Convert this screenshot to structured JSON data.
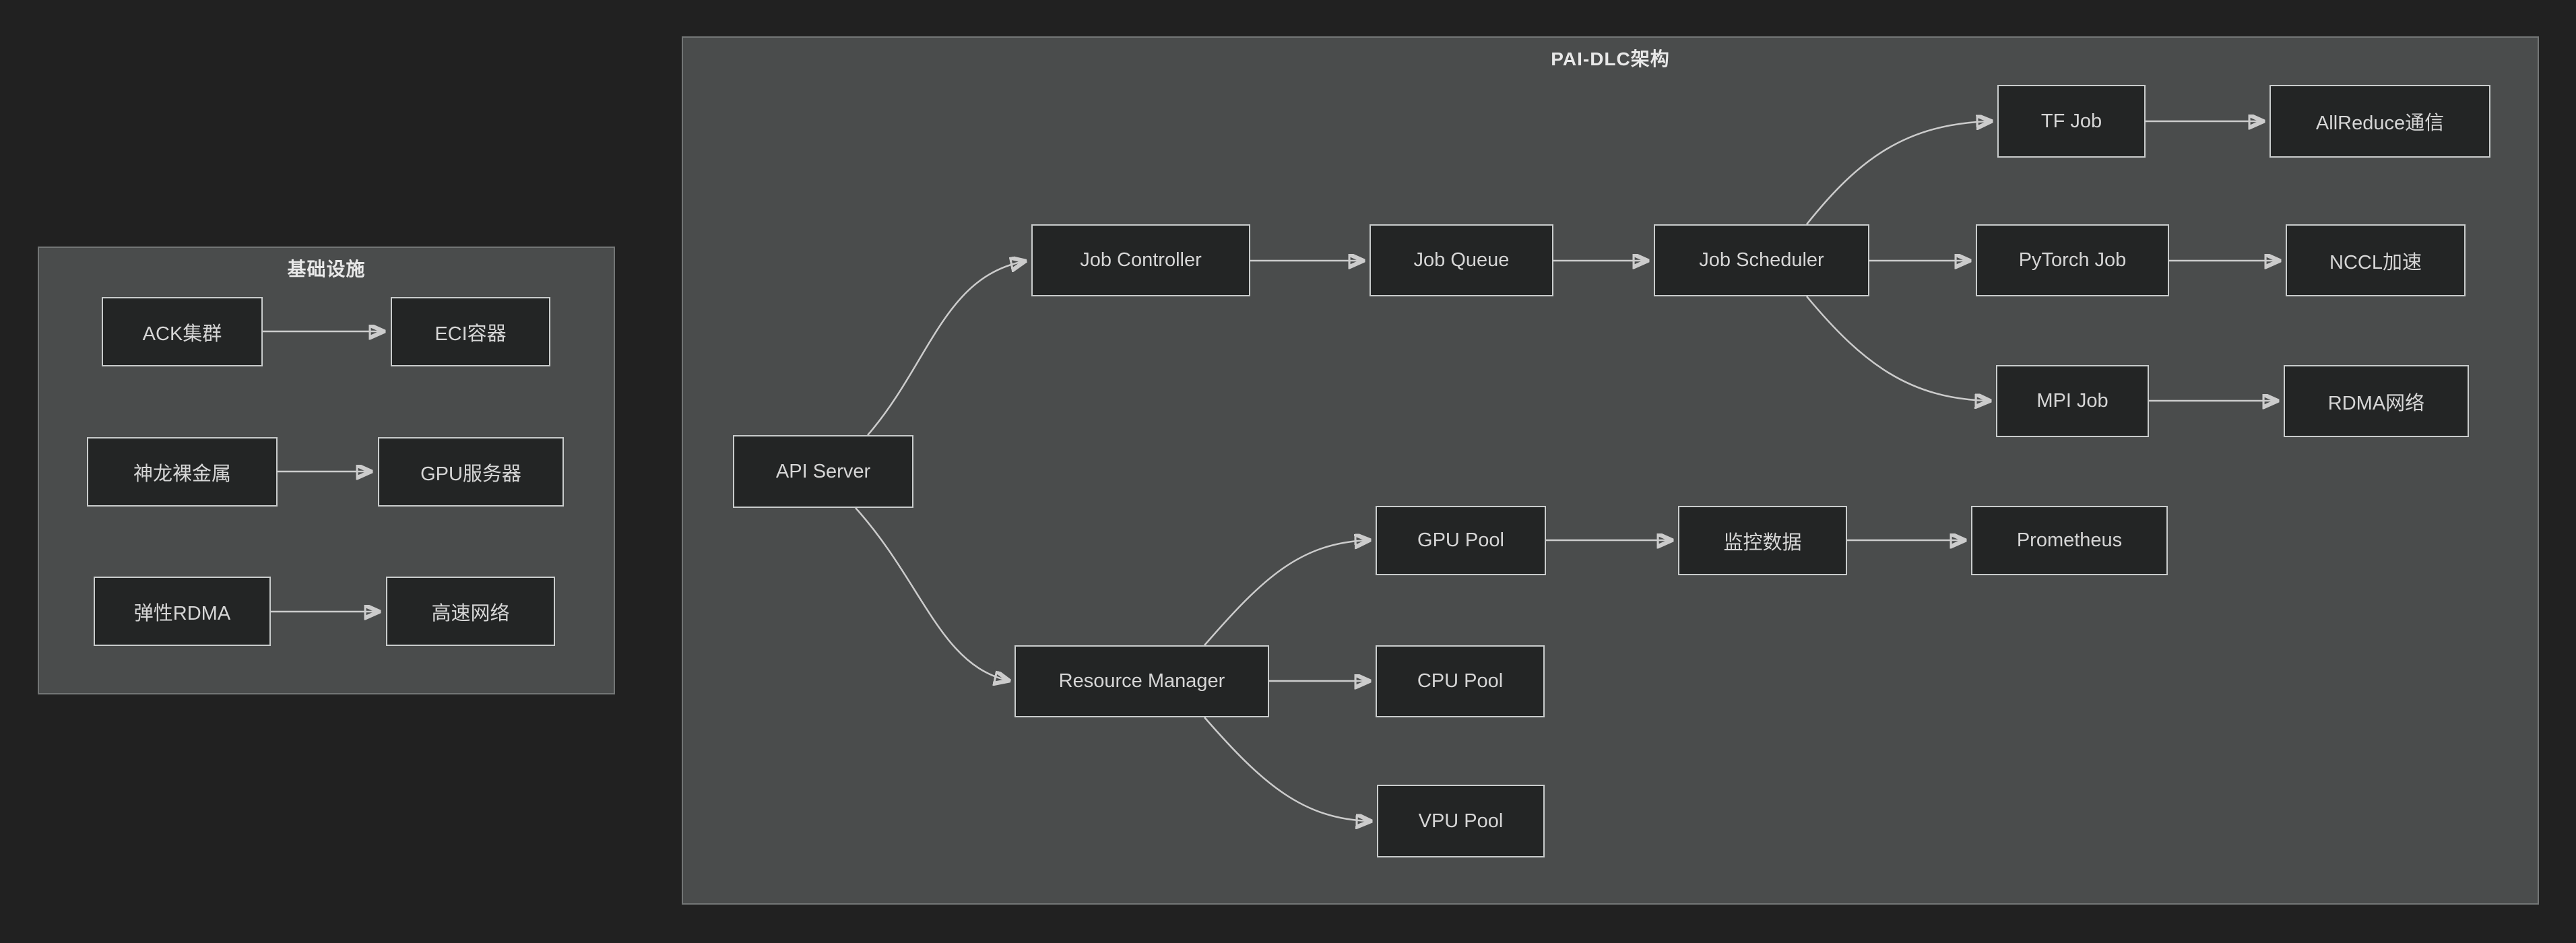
{
  "page": {
    "background": "#212121"
  },
  "colors": {
    "cluster_fill": "#4a4c4c",
    "cluster_border": "#737676",
    "node_fill": "#232525",
    "node_border": "#c9cccc",
    "node_text": "#d6d6d6",
    "edge": "#cccccc",
    "title_text": "#e8e8e8"
  },
  "clusters": [
    {
      "title": "基础设施",
      "nodes": [
        {
          "id": "ack",
          "label": "ACK集群"
        },
        {
          "id": "eci",
          "label": "ECI容器"
        },
        {
          "id": "shenlong",
          "label": "神龙裸金属"
        },
        {
          "id": "gpu-server",
          "label": "GPU服务器"
        },
        {
          "id": "erdma",
          "label": "弹性RDMA"
        },
        {
          "id": "fast-net",
          "label": "高速网络"
        }
      ],
      "edges": [
        {
          "from": "ACK集群",
          "to": "ECI容器"
        },
        {
          "from": "神龙裸金属",
          "to": "GPU服务器"
        },
        {
          "from": "弹性RDMA",
          "to": "高速网络"
        }
      ]
    },
    {
      "title": "PAI-DLC架构",
      "nodes": [
        {
          "id": "api-server",
          "label": "API Server"
        },
        {
          "id": "job-controller",
          "label": "Job Controller"
        },
        {
          "id": "job-queue",
          "label": "Job Queue"
        },
        {
          "id": "job-scheduler",
          "label": "Job Scheduler"
        },
        {
          "id": "tf-job",
          "label": "TF Job"
        },
        {
          "id": "pytorch-job",
          "label": "PyTorch Job"
        },
        {
          "id": "mpi-job",
          "label": "MPI Job"
        },
        {
          "id": "allreduce",
          "label": "AllReduce通信"
        },
        {
          "id": "nccl",
          "label": "NCCL加速"
        },
        {
          "id": "rdma-net",
          "label": "RDMA网络"
        },
        {
          "id": "resource-manager",
          "label": "Resource Manager"
        },
        {
          "id": "gpu-pool",
          "label": "GPU Pool"
        },
        {
          "id": "cpu-pool",
          "label": "CPU Pool"
        },
        {
          "id": "vpu-pool",
          "label": "VPU Pool"
        },
        {
          "id": "monitor-data",
          "label": "监控数据"
        },
        {
          "id": "prometheus",
          "label": "Prometheus"
        }
      ],
      "edges": [
        {
          "from": "API Server",
          "to": "Job Controller"
        },
        {
          "from": "API Server",
          "to": "Resource Manager"
        },
        {
          "from": "Job Controller",
          "to": "Job Queue"
        },
        {
          "from": "Job Queue",
          "to": "Job Scheduler"
        },
        {
          "from": "Job Scheduler",
          "to": "TF Job"
        },
        {
          "from": "Job Scheduler",
          "to": "PyTorch Job"
        },
        {
          "from": "Job Scheduler",
          "to": "MPI Job"
        },
        {
          "from": "TF Job",
          "to": "AllReduce通信"
        },
        {
          "from": "PyTorch Job",
          "to": "NCCL加速"
        },
        {
          "from": "MPI Job",
          "to": "RDMA网络"
        },
        {
          "from": "Resource Manager",
          "to": "GPU Pool"
        },
        {
          "from": "Resource Manager",
          "to": "CPU Pool"
        },
        {
          "from": "Resource Manager",
          "to": "VPU Pool"
        },
        {
          "from": "GPU Pool",
          "to": "监控数据"
        },
        {
          "from": "监控数据",
          "to": "Prometheus"
        }
      ]
    }
  ]
}
